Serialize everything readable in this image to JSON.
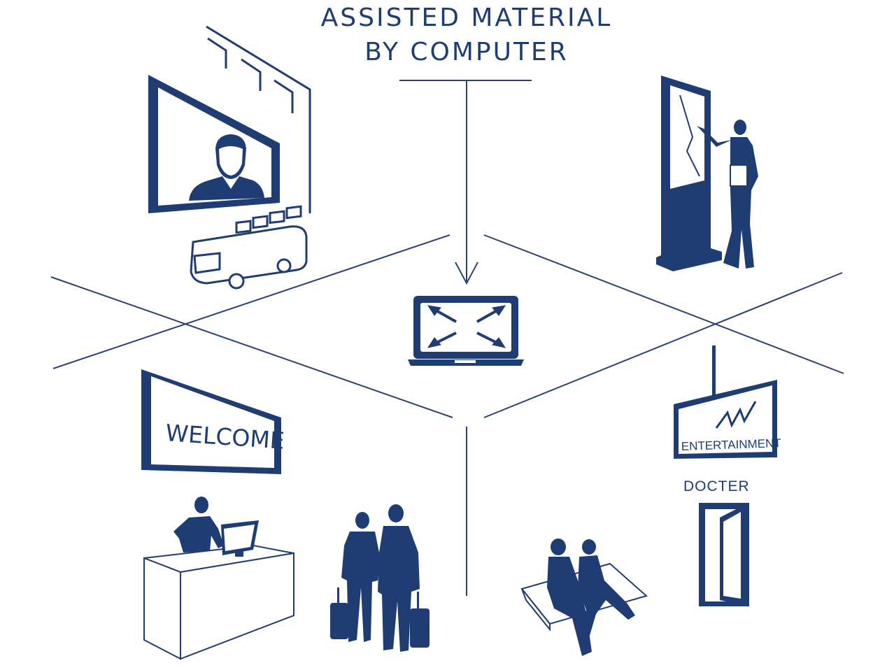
{
  "title": {
    "line1": "ASSISTED MATERIAL",
    "line2": "BY COMPUTER"
  },
  "welcome_sign": {
    "text": "WELCOME"
  },
  "entertainment_sign": {
    "text": "ENTERTAINMENT"
  },
  "doctor_label": {
    "text": "DOCTER"
  },
  "colors": {
    "primary": "#1f3d73",
    "lines": "#2a4270",
    "figures": "#1f3d73",
    "background": "#ffffff"
  },
  "icons": [
    "video-wall-icon",
    "bus-icon",
    "kiosk-icon",
    "presenter-icon",
    "laptop-icon",
    "welcome-display-icon",
    "reception-desk-icon",
    "receptionist-icon",
    "travelers-icon",
    "entertainment-screen-icon",
    "door-icon",
    "seated-couple-icon"
  ]
}
